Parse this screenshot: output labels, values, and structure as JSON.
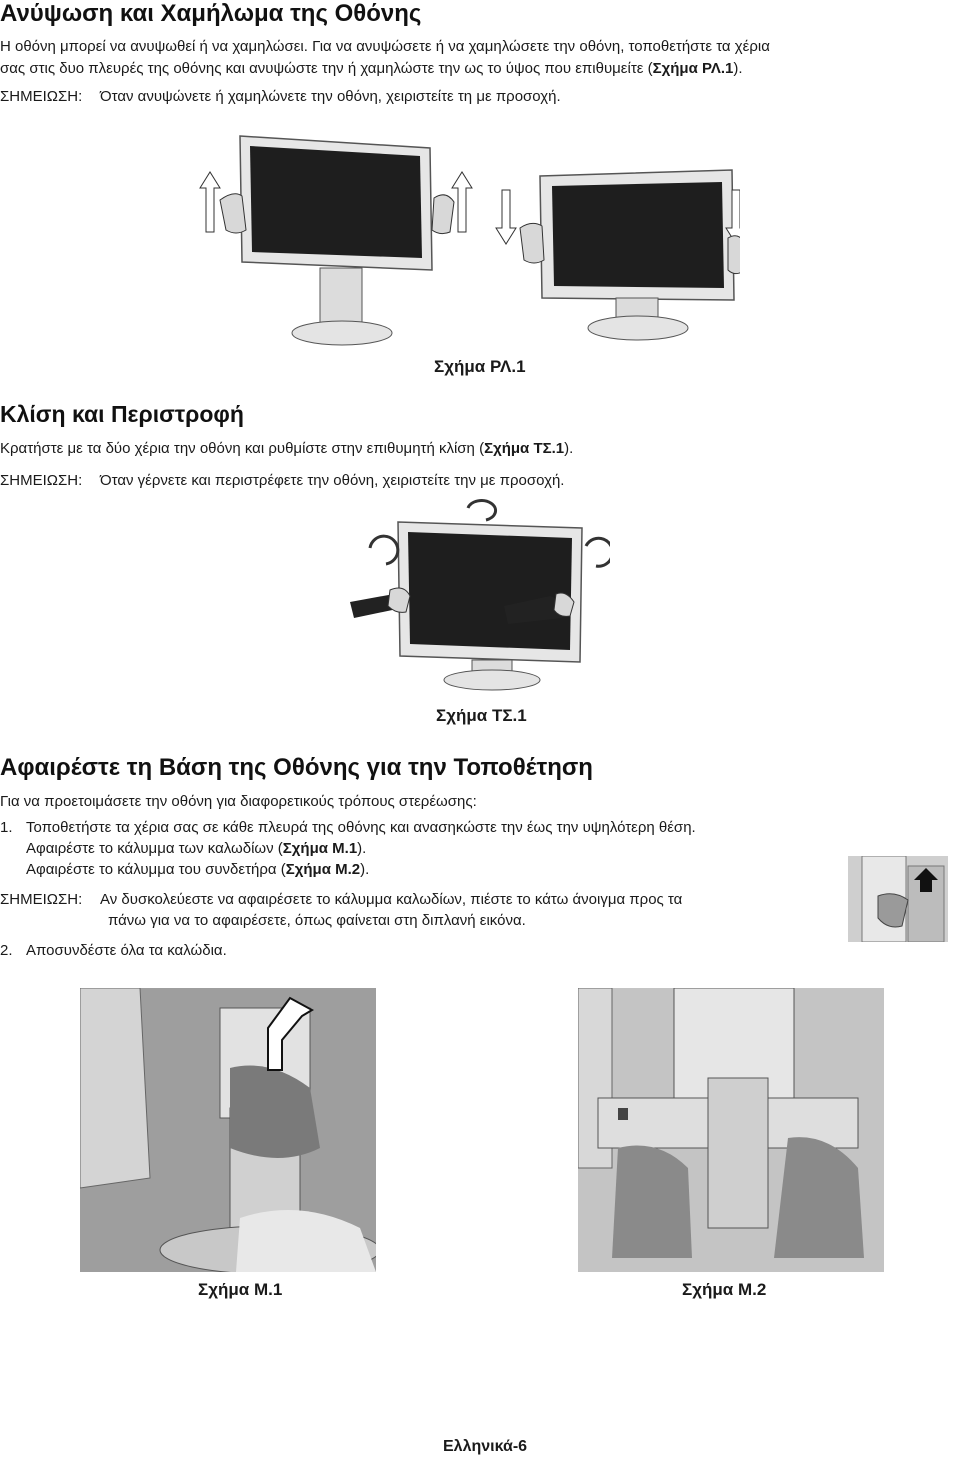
{
  "section1": {
    "title": "Ανύψωση και Χαμήλωμα της Οθόνης",
    "para_line1": "Η οθόνη μπορεί να ανυψωθεί ή να χαμηλώσει. Για να ανυψώσετε ή να χαμηλώσετε την οθόνη, τοποθετήστε τα χέρια",
    "para_line2_pre": "σας στις δυο πλευρές της οθόνης και ανυψώστε την ή χαμηλώστε την ως το ύψος που επιθυμείτε (",
    "para_line2_ref": "Σχήμα ΡΛ.1",
    "para_line2_post": ").",
    "note_label": "ΣΗΜΕΙΩΣΗ:",
    "note_text": "Όταν ανυψώνετε ή χαμηλώνετε την οθόνη, χειριστείτε τη με προσοχή.",
    "figure_caption": "Σχήμα ΡΛ.1"
  },
  "section2": {
    "title": "Κλίση και Περιστροφή",
    "para_pre": "Κρατήστε με τα δύο χέρια την οθόνη και ρυθμίστε στην επιθυμητή κλίση (",
    "para_ref": "Σχήμα ΤΣ.1",
    "para_post": ").",
    "note_label": "ΣΗΜΕΙΩΣΗ:",
    "note_text": "Όταν γέρνετε και περιστρέφετε την οθόνη, χειριστείτε την με προσοχή.",
    "figure_caption": "Σχήμα ΤΣ.1"
  },
  "section3": {
    "title": "Αφαιρέστε τη Βάση της Οθόνης για την Τοποθέτηση",
    "intro": "Για να προετοιμάσετε την οθόνη για διαφορετικούς τρόπους στερέωσης:",
    "step1_num": "1.",
    "step1_text": "Τοποθετήστε τα χέρια σας σε κάθε πλευρά της οθόνης και ανασηκώστε την έως την υψηλότερη θέση.",
    "step1_sub1_pre": "Αφαιρέστε το κάλυμμα των καλωδίων (",
    "step1_sub1_ref": "Σχήμα Μ.1",
    "step1_sub1_post": ").",
    "step1_sub2_pre": "Αφαιρέστε το κάλυμμα του συνδετήρα (",
    "step1_sub2_ref": "Σχήμα Μ.2",
    "step1_sub2_post": ").",
    "note_label": "ΣΗΜΕΙΩΣΗ:",
    "note_line1": "Αν δυσκολεύεστε να αφαιρέσετε το κάλυμμα καλωδίων, πιέστε το κάτω άνοιγμα προς τα",
    "note_line2": "πάνω για να το αφαιρέσετε, όπως φαίνεται στη διπλανή εικόνα.",
    "step2_num": "2.",
    "step2_text": "Αποσυνδέστε όλα τα καλώδια.",
    "caption_m1": "Σχήμα Μ.1",
    "caption_m2": "Σχήμα Μ.2"
  },
  "footer": {
    "page_label": "Ελληνικά-6"
  }
}
